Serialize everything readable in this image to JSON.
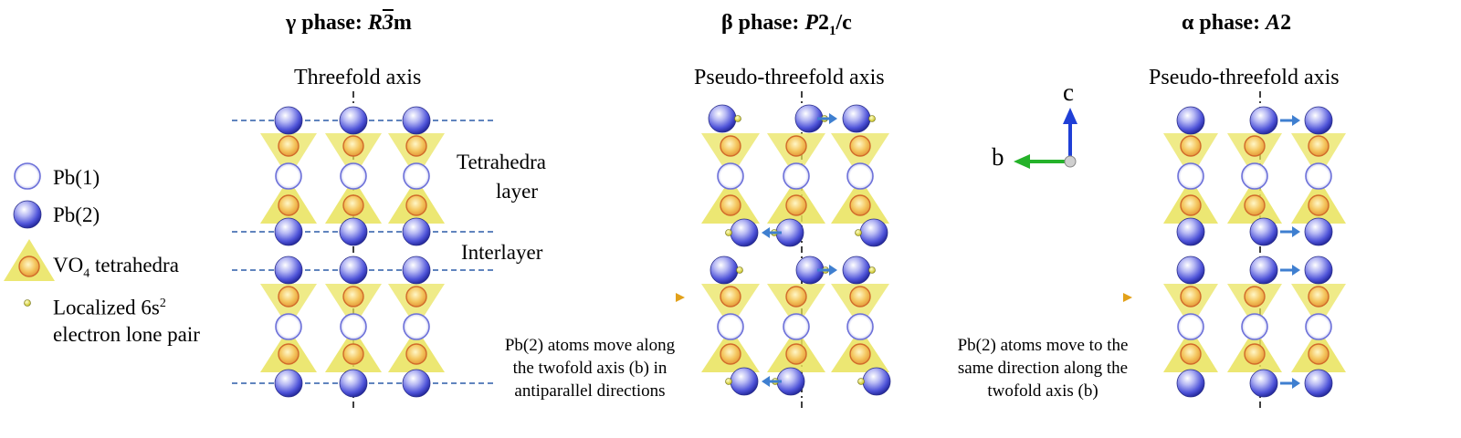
{
  "colors": {
    "pb_fill": "#4f54d9",
    "pb_light": "#ffffff",
    "vo4_fill": "#e9e35a",
    "v_center": "#f4b44a",
    "v_ring": "#d16a2a",
    "lone_pair": "#d8d23a",
    "dashed_layer": "#2b5ca8",
    "arrow_gold": "#e2a31a",
    "shift_arrow": "#3f7fd0",
    "axis_c": "#1f3fd6",
    "axis_b": "#25b22a"
  },
  "legend": {
    "pb1": "Pb(1)",
    "pb2": "Pb(2)",
    "vo4_main": "VO",
    "vo4_sub": "4",
    "vo4_rest": " tetrahedra",
    "lone_line1_main": "Localized 6s",
    "lone_line1_sup": "2",
    "lone_line2": "electron lone pair"
  },
  "gamma": {
    "title_prefix": "γ phase: ",
    "title_r": "R",
    "title_bar3": "3",
    "title_m": "m",
    "axis_label": "Threefold axis",
    "tetra_label_1": "Tetrahedra",
    "tetra_label_2": "layer",
    "interlayer_label": "Interlayer"
  },
  "beta": {
    "title_prefix": "β phase: ",
    "title_p": "P",
    "title_2": "2",
    "title_sub": "1",
    "title_rest": "/c",
    "axis_label": "Pseudo-threefold axis"
  },
  "alpha": {
    "title_prefix": "α phase: ",
    "title_a": "A",
    "title_2": "2",
    "axis_label": "Pseudo-threefold axis"
  },
  "axes": {
    "c": "c",
    "b": "b"
  },
  "transition1": {
    "line1": "Pb(2) atoms move along",
    "line2": "the twofold axis (b) in",
    "line3": "antiparallel directions"
  },
  "transition2": {
    "line1": "Pb(2) atoms move to the",
    "line2": "same direction along the",
    "line3": "twofold axis (b)"
  }
}
